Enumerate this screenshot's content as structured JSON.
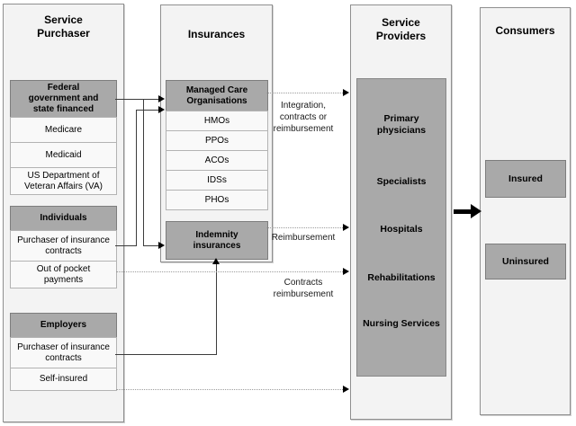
{
  "diagram": {
    "purchaser": {
      "title": "Service Purchaser",
      "federal": {
        "header": "Federal government and state financed",
        "items": [
          "Medicare",
          "Medicaid",
          "US Department of Veteran Affairs (VA)"
        ]
      },
      "individuals": {
        "header": "Individuals",
        "items": [
          "Purchaser of insurance contracts",
          "Out of pocket payments"
        ]
      },
      "employers": {
        "header": "Employers",
        "items": [
          "Purchaser of insurance contracts",
          "Self-insured"
        ]
      }
    },
    "insurances": {
      "title": "Insurances",
      "mco": {
        "header": "Managed Care Organisations",
        "items": [
          "HMOs",
          "PPOs",
          "ACOs",
          "IDSs",
          "PHOs"
        ]
      },
      "indemnity": {
        "header": "Indemnity insurances"
      }
    },
    "providers": {
      "title": "Service Providers",
      "items": [
        "Primary physicians",
        "Specialists",
        "Hospitals",
        "Rehabilitations",
        "Nursing Services"
      ]
    },
    "consumers": {
      "title": "Consumers",
      "insured": "Insured",
      "uninsured": "Uninsured"
    },
    "edges": {
      "integration_label": "Integration, contracts or reimbursement",
      "reimbursement_label": "Reimbursement",
      "contracts_label": "Contracts reimbursement"
    },
    "colors": {
      "gray_box": "#a9a9a9",
      "panel_bg": "#f3f3f3",
      "light_box": "#f9f9f9",
      "solid_line": "#3c3c3c",
      "dotted_line": "#9c9c9c",
      "arrow": "#000000"
    }
  }
}
